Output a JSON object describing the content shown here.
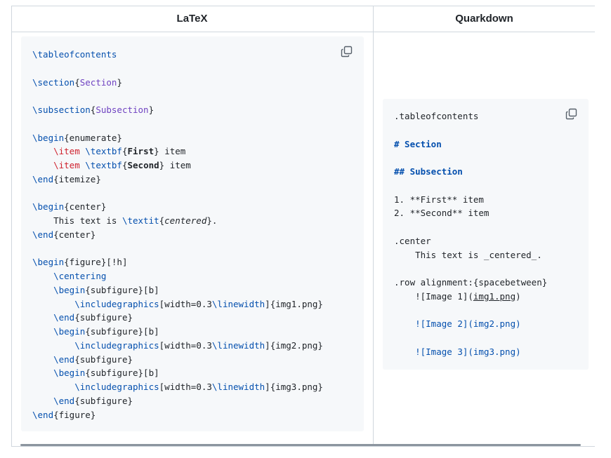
{
  "table": {
    "headers": [
      "LaTeX",
      "Quarkdown"
    ]
  },
  "latex": {
    "lines": [
      [
        {
          "t": "\\tableofcontents",
          "c": "kw"
        }
      ],
      [],
      [
        {
          "t": "\\section",
          "c": "kw"
        },
        {
          "t": "{",
          "c": ""
        },
        {
          "t": "Section",
          "c": "arg"
        },
        {
          "t": "}",
          "c": ""
        }
      ],
      [],
      [
        {
          "t": "\\subsection",
          "c": "kw"
        },
        {
          "t": "{",
          "c": ""
        },
        {
          "t": "Subsection",
          "c": "arg"
        },
        {
          "t": "}",
          "c": ""
        }
      ],
      [],
      [
        {
          "t": "\\begin",
          "c": "kw"
        },
        {
          "t": "{enumerate}",
          "c": ""
        }
      ],
      [
        {
          "t": "    ",
          "c": ""
        },
        {
          "t": "\\item",
          "c": "itemkw"
        },
        {
          "t": " ",
          "c": ""
        },
        {
          "t": "\\textbf",
          "c": "kw"
        },
        {
          "t": "{",
          "c": ""
        },
        {
          "t": "First",
          "c": "bold"
        },
        {
          "t": "} item",
          "c": ""
        }
      ],
      [
        {
          "t": "    ",
          "c": ""
        },
        {
          "t": "\\item",
          "c": "itemkw"
        },
        {
          "t": " ",
          "c": ""
        },
        {
          "t": "\\textbf",
          "c": "kw"
        },
        {
          "t": "{",
          "c": ""
        },
        {
          "t": "Second",
          "c": "bold"
        },
        {
          "t": "} item",
          "c": ""
        }
      ],
      [
        {
          "t": "\\end",
          "c": "kw"
        },
        {
          "t": "{itemize}",
          "c": ""
        }
      ],
      [],
      [
        {
          "t": "\\begin",
          "c": "kw"
        },
        {
          "t": "{center}",
          "c": ""
        }
      ],
      [
        {
          "t": "    This text is ",
          "c": ""
        },
        {
          "t": "\\textit",
          "c": "kw"
        },
        {
          "t": "{",
          "c": ""
        },
        {
          "t": "centered",
          "c": "ital"
        },
        {
          "t": "}.",
          "c": ""
        }
      ],
      [
        {
          "t": "\\end",
          "c": "kw"
        },
        {
          "t": "{center}",
          "c": ""
        }
      ],
      [],
      [
        {
          "t": "\\begin",
          "c": "kw"
        },
        {
          "t": "{figure}[!h]",
          "c": ""
        }
      ],
      [
        {
          "t": "    ",
          "c": ""
        },
        {
          "t": "\\centering",
          "c": "kw"
        }
      ],
      [
        {
          "t": "    ",
          "c": ""
        },
        {
          "t": "\\begin",
          "c": "kw"
        },
        {
          "t": "{subfigure}[b]",
          "c": ""
        }
      ],
      [
        {
          "t": "        ",
          "c": ""
        },
        {
          "t": "\\includegraphics",
          "c": "kw"
        },
        {
          "t": "[width=0.3",
          "c": ""
        },
        {
          "t": "\\linewidth",
          "c": "kw"
        },
        {
          "t": "]{img1.png}",
          "c": ""
        }
      ],
      [
        {
          "t": "    ",
          "c": ""
        },
        {
          "t": "\\end",
          "c": "kw"
        },
        {
          "t": "{subfigure}",
          "c": ""
        }
      ],
      [
        {
          "t": "    ",
          "c": ""
        },
        {
          "t": "\\begin",
          "c": "kw"
        },
        {
          "t": "{subfigure}[b]",
          "c": ""
        }
      ],
      [
        {
          "t": "        ",
          "c": ""
        },
        {
          "t": "\\includegraphics",
          "c": "kw"
        },
        {
          "t": "[width=0.3",
          "c": ""
        },
        {
          "t": "\\linewidth",
          "c": "kw"
        },
        {
          "t": "]{img2.png}",
          "c": ""
        }
      ],
      [
        {
          "t": "    ",
          "c": ""
        },
        {
          "t": "\\end",
          "c": "kw"
        },
        {
          "t": "{subfigure}",
          "c": ""
        }
      ],
      [
        {
          "t": "    ",
          "c": ""
        },
        {
          "t": "\\begin",
          "c": "kw"
        },
        {
          "t": "{subfigure}[b]",
          "c": ""
        }
      ],
      [
        {
          "t": "        ",
          "c": ""
        },
        {
          "t": "\\includegraphics",
          "c": "kw"
        },
        {
          "t": "[width=0.3",
          "c": ""
        },
        {
          "t": "\\linewidth",
          "c": "kw"
        },
        {
          "t": "]{img3.png}",
          "c": ""
        }
      ],
      [
        {
          "t": "    ",
          "c": ""
        },
        {
          "t": "\\end",
          "c": "kw"
        },
        {
          "t": "{subfigure}",
          "c": ""
        }
      ],
      [
        {
          "t": "\\end",
          "c": "kw"
        },
        {
          "t": "{figure}",
          "c": ""
        }
      ]
    ]
  },
  "quarkdown": {
    "lines": [
      [
        {
          "t": ".tableofcontents",
          "c": ""
        }
      ],
      [],
      [
        {
          "t": "# Section",
          "c": "hd"
        }
      ],
      [],
      [
        {
          "t": "## Subsection",
          "c": "hd"
        }
      ],
      [],
      [
        {
          "t": "1. **First** item",
          "c": ""
        }
      ],
      [
        {
          "t": "2. **Second** item",
          "c": ""
        }
      ],
      [],
      [
        {
          "t": ".center",
          "c": ""
        }
      ],
      [
        {
          "t": "    This text is _centered_.",
          "c": ""
        }
      ],
      [],
      [
        {
          "t": ".row alignment:{spacebetween}",
          "c": ""
        }
      ],
      [
        {
          "t": "    ![Image 1](",
          "c": ""
        },
        {
          "t": "img1.png",
          "c": "ul"
        },
        {
          "t": ")",
          "c": ""
        }
      ],
      [],
      [
        {
          "t": "    ",
          "c": ""
        },
        {
          "t": "![Image 2](img2.png)",
          "c": "link"
        }
      ],
      [],
      [
        {
          "t": "    ",
          "c": ""
        },
        {
          "t": "![Image 3](img3.png)",
          "c": "link"
        }
      ]
    ]
  },
  "icons": {
    "copy": "copy-icon"
  },
  "colors": {
    "keyword": "#0550ae",
    "argument": "#6f42c1",
    "item": "#cf222e",
    "code_bg": "#f6f8fa",
    "border": "#d0d7de"
  }
}
